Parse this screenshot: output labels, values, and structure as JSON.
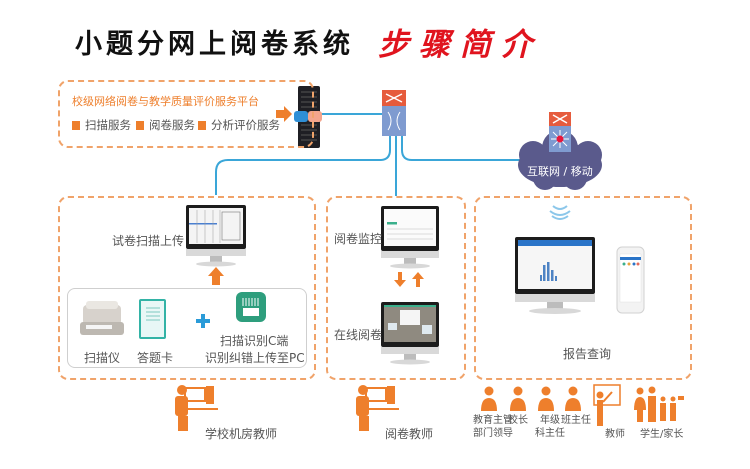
{
  "title": {
    "main": "小题分网上阅卷系统",
    "highlight": "步骤简介"
  },
  "platform": {
    "name": "校级网络阅卷与教学质量评价服务平台",
    "services": [
      "扫描服务",
      "阅卷服务",
      "分析评价服务"
    ]
  },
  "network": {
    "cloud_label": "互联网 / 移动"
  },
  "panels": {
    "scan": {
      "upload_label": "试卷扫描上传",
      "scanner_label": "扫描仪",
      "answer_card_label": "答题卡",
      "client_label_line1": "扫描识别C端",
      "client_label_line2": "识别纠错上传至PC",
      "user_label": "学校机房教师"
    },
    "marking": {
      "monitor_label": "阅卷监控",
      "online_label": "在线阅卷",
      "user_label": "阅卷教师"
    },
    "report": {
      "query_label": "报告查询",
      "users": [
        {
          "line1": "教育主管",
          "line2": "部门领导"
        },
        {
          "line1": "校长",
          "line2": ""
        },
        {
          "line1": "年级",
          "line2": "科主任"
        },
        {
          "line1": "班主任",
          "line2": ""
        },
        {
          "line1": "教师",
          "line2": ""
        },
        {
          "line1": "学生/家长",
          "line2": ""
        }
      ]
    }
  },
  "colors": {
    "accent_orange": "#ee7f2c",
    "dash_orange": "#f0a36a",
    "link_blue": "#3aa6d8",
    "title_red": "#e0141e",
    "cloud": "#5a5a8c"
  }
}
